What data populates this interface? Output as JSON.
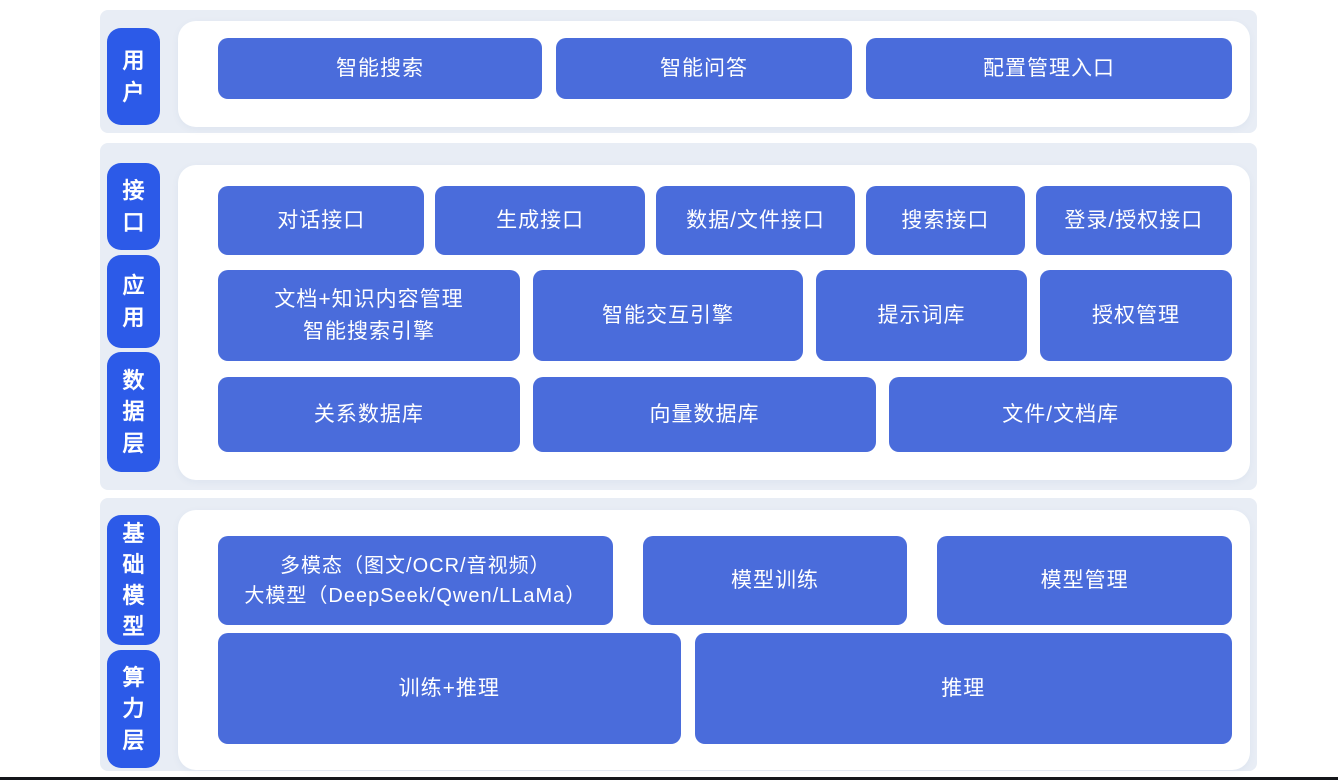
{
  "colors": {
    "canvas_band": "#e8edf5",
    "tag_blue": "#2c5ae8",
    "block_blue": "#4a6cdb",
    "panel_white": "#ffffff",
    "text_white": "#ffffff",
    "bottom_divider": "#14161a"
  },
  "sections": [
    {
      "id": "user-layer",
      "tags": [
        "用户"
      ],
      "rows": [
        [
          "智能搜索",
          "智能问答",
          "配置管理入口"
        ]
      ]
    },
    {
      "id": "interface-application-data-layer",
      "tags": [
        "接口",
        "应用",
        "数据层"
      ],
      "rows": [
        [
          "对话接口",
          "生成接口",
          "数据/文件接口",
          "搜索接口",
          "登录/授权接口"
        ],
        [
          "文档+知识内容管理\n智能搜索引擎",
          "智能交互引擎",
          "提示词库",
          "授权管理"
        ],
        [
          "关系数据库",
          "向量数据库",
          "文件/文档库"
        ]
      ]
    },
    {
      "id": "foundation-model-compute-layer",
      "tags": [
        "基础模型",
        "算力层"
      ],
      "rows": [
        [
          "多模态（图文/OCR/音视频）\n大模型（DeepSeek/Qwen/LLaMa）",
          "模型训练",
          "模型管理"
        ],
        [
          "训练+推理",
          "推理"
        ]
      ]
    }
  ]
}
